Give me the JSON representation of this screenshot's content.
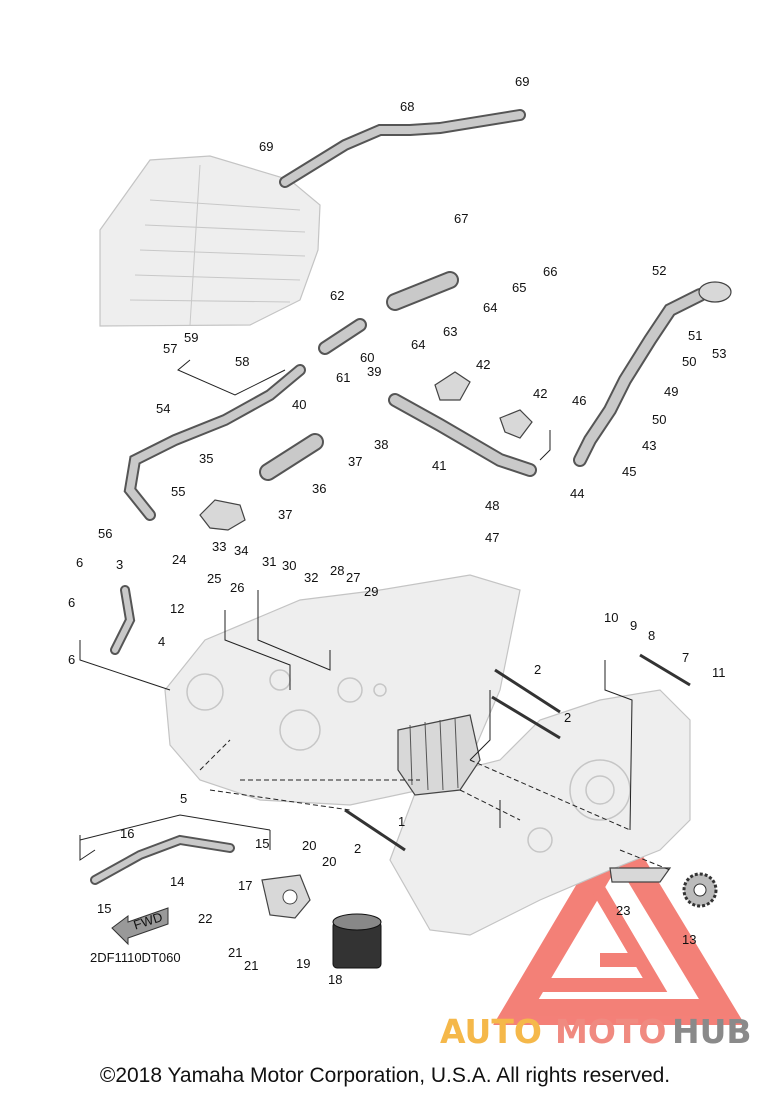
{
  "diagram": {
    "code": "2DF1110DT060",
    "fwd_label": "FWD",
    "copyright": "©2018 Yamaha Motor Corporation, U.S.A. All rights reserved.",
    "watermark": {
      "part1": "AUTO",
      "part2": "MOTO",
      "part3": "HUB",
      "color1": "#f5b84a",
      "color2": "#f08a80",
      "color3": "#8a8a8a"
    },
    "callouts": [
      "1",
      "2",
      "2",
      "2",
      "3",
      "4",
      "5",
      "6",
      "6",
      "6",
      "7",
      "8",
      "9",
      "10",
      "11",
      "12",
      "13",
      "14",
      "15",
      "15",
      "16",
      "17",
      "18",
      "19",
      "20",
      "20",
      "21",
      "21",
      "22",
      "23",
      "24",
      "25",
      "26",
      "27",
      "28",
      "29",
      "30",
      "31",
      "32",
      "33",
      "34",
      "35",
      "36",
      "37",
      "37",
      "38",
      "39",
      "40",
      "41",
      "42",
      "42",
      "43",
      "44",
      "45",
      "46",
      "47",
      "48",
      "49",
      "50",
      "50",
      "51",
      "52",
      "53",
      "54",
      "55",
      "56",
      "57",
      "58",
      "59",
      "60",
      "61",
      "62",
      "63",
      "64",
      "64",
      "65",
      "66",
      "67",
      "68",
      "69",
      "69"
    ]
  }
}
